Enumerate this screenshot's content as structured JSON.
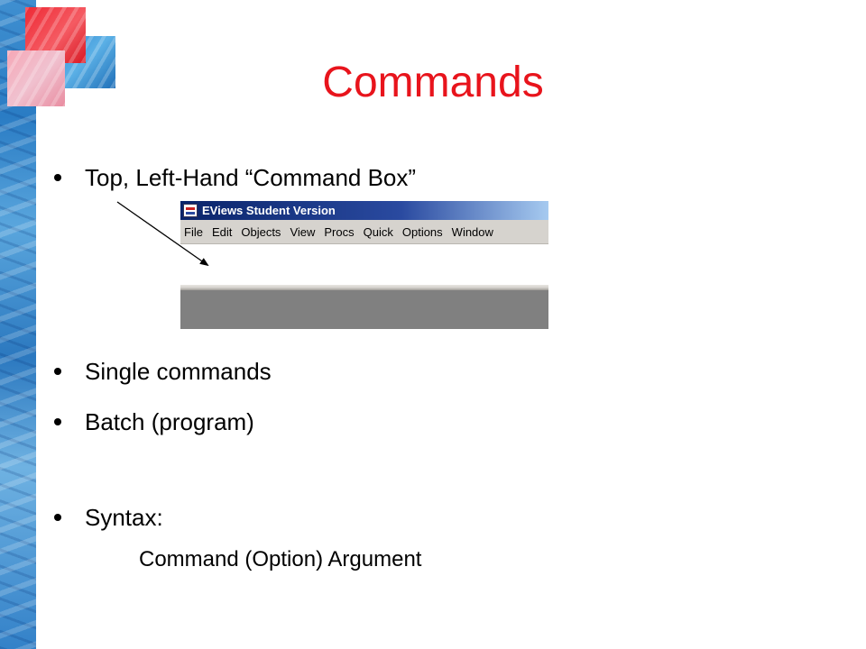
{
  "slide": {
    "title": "Commands",
    "bullets": [
      "Top, Left-Hand “Command Box”",
      "Single commands",
      "Batch (program)",
      "Syntax:"
    ],
    "syntax_example": "Command (Option) Argument"
  },
  "eviews": {
    "window_title": "EViews Student Version",
    "menu": [
      "File",
      "Edit",
      "Objects",
      "View",
      "Procs",
      "Quick",
      "Options",
      "Window"
    ]
  },
  "colors": {
    "title": "#e8141c",
    "titlebar": "#0a246a",
    "window_bg": "#d6d3ce",
    "workarea": "#808080"
  }
}
